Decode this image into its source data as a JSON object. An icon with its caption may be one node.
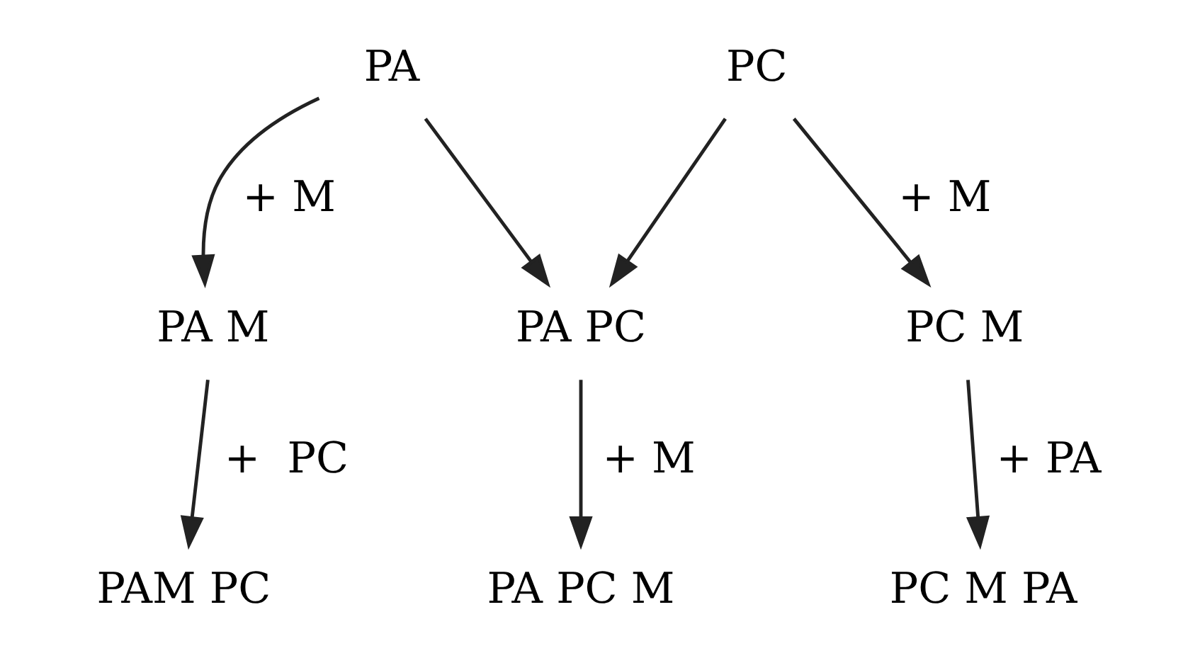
{
  "diagram": {
    "nodes": [
      {
        "text": [
          "PA"
        ]
      },
      {
        "text": [
          "PC"
        ]
      },
      {
        "text": [
          "PA PC"
        ]
      },
      {
        "text": [
          "PA M"
        ]
      },
      {
        "text": [
          "PC M"
        ]
      },
      {
        "text": [
          "PAM PC"
        ]
      },
      {
        "text": [
          "PA PC M"
        ]
      },
      {
        "text": [
          "PC M PA"
        ]
      }
    ],
    "edges": [
      {
        "from": 0,
        "to": 2,
        "arrow": "to"
      },
      {
        "from": 1,
        "to": 2,
        "arrow": "to"
      },
      {
        "from": 0,
        "to": 3,
        "arrow": "to",
        "label": "+ M"
      },
      {
        "from": 2,
        "to": 6,
        "arrow": "to",
        "label": "+ M"
      },
      {
        "from": 1,
        "to": 4,
        "arrow": "to",
        "label": "+ M"
      },
      {
        "from": 3,
        "to": 5,
        "arrow": "to",
        "label": "+  PC"
      },
      {
        "from": 4,
        "to": 7,
        "arrow": "to",
        "label": "+ PA"
      }
    ]
  }
}
